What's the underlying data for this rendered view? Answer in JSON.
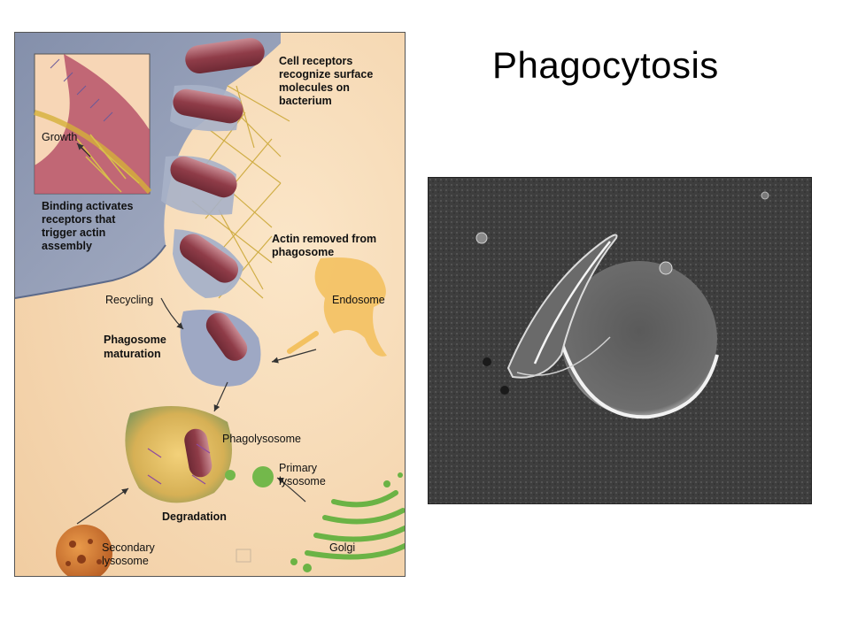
{
  "slide": {
    "title": "Phagocytosis"
  },
  "diagram": {
    "labels": {
      "cell_receptors": [
        "Cell receptors",
        "recognize surface",
        "molecules on",
        "bacterium"
      ],
      "growth": "Growth",
      "binding": [
        "Binding activates",
        "receptors that",
        "trigger actin",
        "assembly"
      ],
      "actin_removed": [
        "Actin removed from",
        "phagosome"
      ],
      "recycling": "Recycling",
      "endosome": "Endosome",
      "phagosome_maturation": [
        "Phagosome",
        "maturation"
      ],
      "phagolysosome": "Phagolysosome",
      "primary_lysosome": [
        "Primary",
        "lysosome"
      ],
      "degradation": "Degradation",
      "secondary_lysosome": [
        "Secondary",
        "lysosome"
      ],
      "golgi": "Golgi"
    },
    "colors": {
      "background": "#f6d9b4",
      "cell_membrane": "#8e9bb8",
      "bacterium": "#9a4a55",
      "actin": "#d4b03a",
      "lysosome_green": "#6fb44a",
      "endosome": "#f0c060"
    }
  },
  "micrograph": {
    "description_icon": "sem-micrograph"
  }
}
